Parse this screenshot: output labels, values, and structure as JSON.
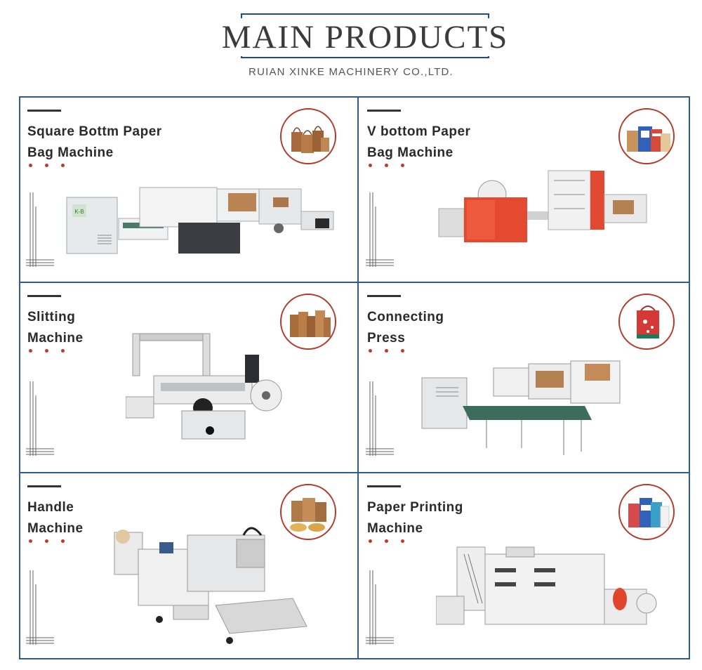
{
  "header": {
    "title": "MAIN PRODUCTS",
    "subtitle": "RUIAN XINKE MACHINERY CO.,LTD."
  },
  "products": [
    {
      "name_line1": "Square Bottm Paper",
      "name_line2": "Bag Machine",
      "badge_icon": "kraft-paper-bags-icon",
      "machine_icon": "square-bottom-bag-machine-image"
    },
    {
      "name_line1": "V bottom Paper",
      "name_line2": "Bag Machine",
      "badge_icon": "printed-paper-bags-icon",
      "machine_icon": "v-bottom-bag-machine-image"
    },
    {
      "name_line1": "Slitting",
      "name_line2": "Machine",
      "badge_icon": "brown-paper-bags-icon",
      "machine_icon": "slitting-machine-image"
    },
    {
      "name_line1": "Connecting",
      "name_line2": "Press",
      "badge_icon": "red-gift-bag-icon",
      "machine_icon": "connecting-press-image"
    },
    {
      "name_line1": "Handle",
      "name_line2": "Machine",
      "badge_icon": "food-paper-bags-icon",
      "machine_icon": "handle-machine-image"
    },
    {
      "name_line1": "Paper Printing",
      "name_line2": "Machine",
      "badge_icon": "colorful-printed-bags-icon",
      "machine_icon": "printing-machine-image"
    }
  ],
  "colors": {
    "frame_blue": "#2e5aa0",
    "badge_red": "#b23a2c",
    "dot_red": "#c0392b",
    "machine_accent_red": "#e0452e"
  }
}
